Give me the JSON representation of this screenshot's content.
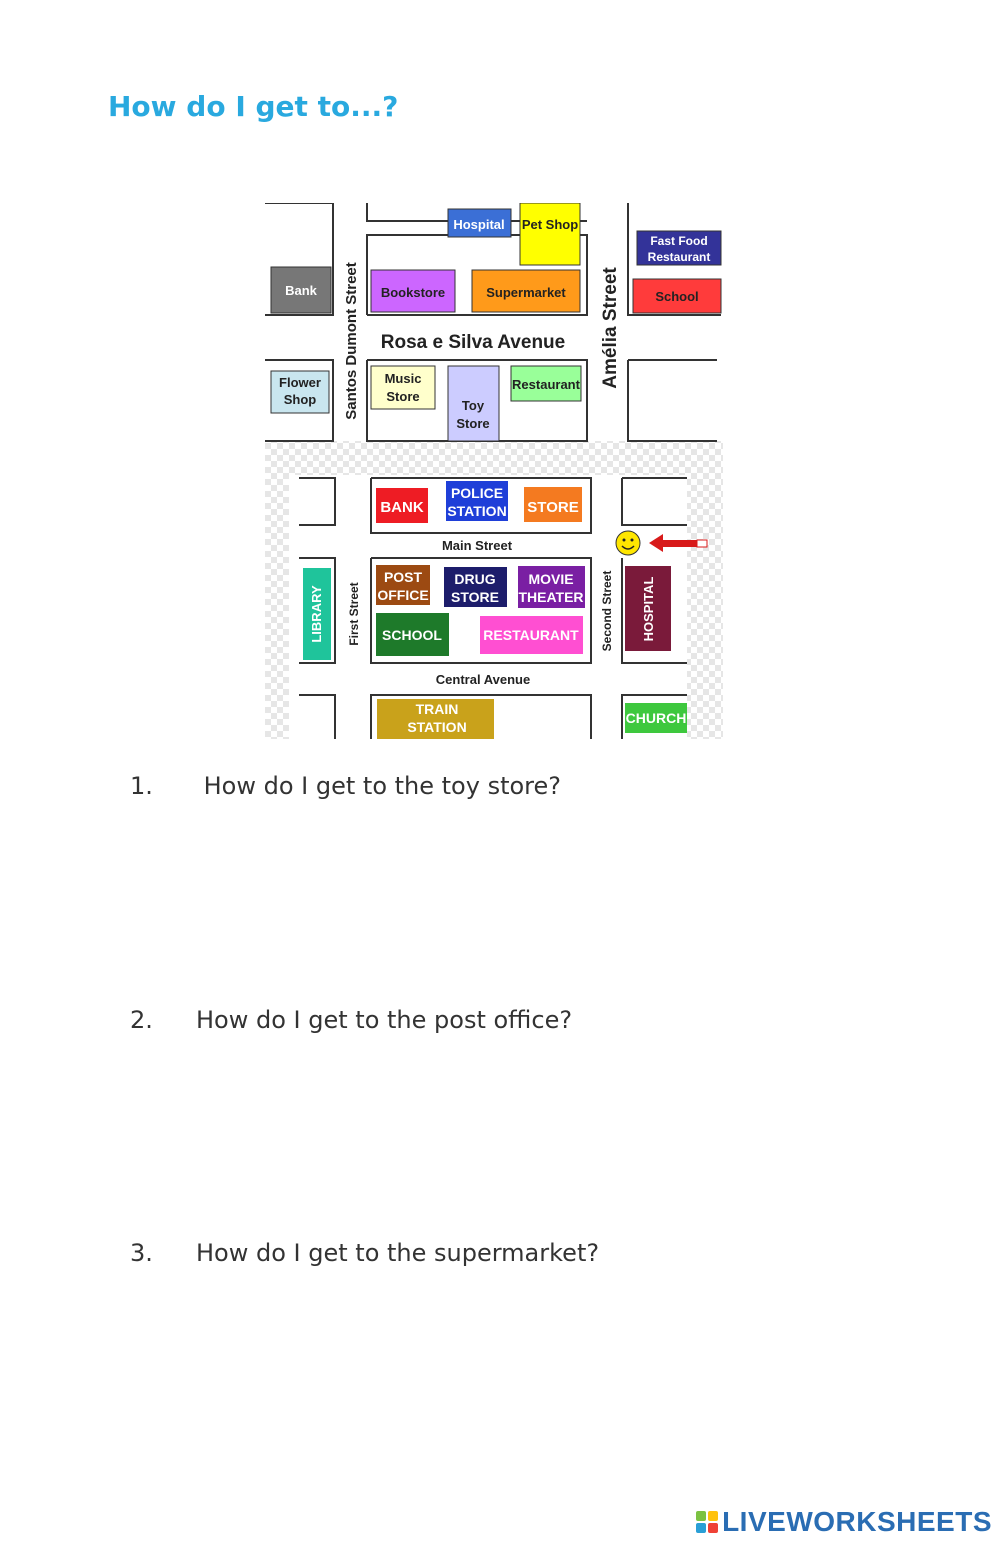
{
  "worksheet": {
    "title": "How do I get to...?"
  },
  "map": {
    "upper": {
      "streets": {
        "vertical_left": "Santos Dumont Street",
        "vertical_right": "Amélia Street",
        "avenue": "Rosa e Silva Avenue"
      },
      "buildings": {
        "hospital": "Hospital",
        "pet_shop": "Pet Shop",
        "fast_food_1": "Fast Food",
        "fast_food_2": "Restaurant",
        "bank": "Bank",
        "bookstore": "Bookstore",
        "supermarket": "Supermarket",
        "school": "School",
        "flower_1": "Flower",
        "flower_2": "Shop",
        "music_1": "Music",
        "music_2": "Store",
        "toy_1": "Toy",
        "toy_2": "Store",
        "restaurant": "Restaurant"
      },
      "colors": {
        "hospital": "#3b6fd6",
        "pet_shop": "#ffff00",
        "fast_food": "#333399",
        "bank": "#777777",
        "bookstore": "#cc66ff",
        "supermarket": "#ff9a1a",
        "school": "#ff3b3b",
        "flower": "#c9e6ef",
        "music": "#ffffcc",
        "toy": "#ccccff",
        "restaurant": "#99ff99"
      }
    },
    "lower": {
      "streets": {
        "main": "Main Street",
        "first": "First Street",
        "second": "Second Street",
        "central": "Central Avenue"
      },
      "buildings": {
        "bank": "BANK",
        "police_1": "POLICE",
        "police_2": "STATION",
        "store": "STORE",
        "library": "LIBRARY",
        "post_1": "POST",
        "post_2": "OFFICE",
        "drug_1": "DRUG",
        "drug_2": "STORE",
        "movie_1": "MOVIE",
        "movie_2": "THEATER",
        "hospital": "HOSPITAL",
        "school": "SCHOOL",
        "restaurant": "RESTAURANT",
        "train_1": "TRAIN",
        "train_2": "STATION",
        "church": "CHURCH"
      },
      "colors": {
        "bank": "#ee1c24",
        "police": "#1f3fd8",
        "store": "#f47a20",
        "library": "#1fc49b",
        "post": "#9c4a12",
        "drug": "#1d1d6b",
        "movie": "#7a1fa3",
        "hospital": "#7a1a3a",
        "school": "#1e7a2a",
        "restaurant": "#ff4fd2",
        "train": "#c9a21b",
        "church": "#3ec83e",
        "smiley": "#ffe600",
        "arrow": "#d81a1a"
      }
    }
  },
  "questions": [
    {
      "number": "1.",
      "text": " How do I get to the toy store?"
    },
    {
      "number": "2.",
      "text": "How do I get to the post office?"
    },
    {
      "number": "3.",
      "text": "How do I get to the supermarket?"
    }
  ],
  "branding": {
    "name": "LIVEWORKSHEETS",
    "logo_colors": [
      "#7cc242",
      "#ffc20e",
      "#2a9fd6",
      "#ef4136"
    ]
  }
}
